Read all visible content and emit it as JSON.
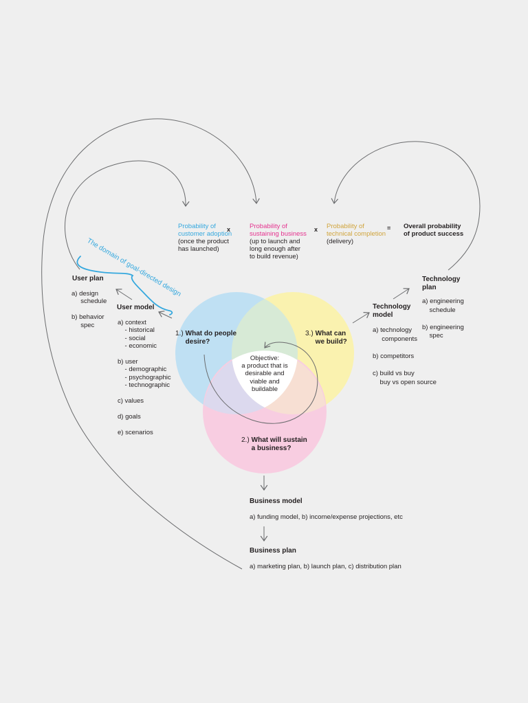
{
  "colors": {
    "bg": "#EFEFEF",
    "ink": "#231F20",
    "arrow": "#6A6B6D",
    "accent_blue": "#35A8DE",
    "magenta": "#E5338F",
    "gold": "#D0A43C",
    "venn_blue": "#BFE0F3",
    "venn_yellow": "#FAF2AF",
    "venn_pink": "#F8CDE1",
    "venn_green": "#D7EAD6",
    "venn_lavender": "#DCD9EE",
    "venn_peach": "#F7DFD3",
    "venn_center": "#FFFFFF"
  },
  "formula": {
    "term1": {
      "title": "Probability of\ncustomer adoption",
      "note": "(once the product\nhas launched)"
    },
    "op1": "x",
    "term2": {
      "title": "Probability of\nsustaining business",
      "note": "(up to launch and\nlong enough after\nto build revenue)"
    },
    "op2": "x",
    "term3": {
      "title": "Probability of\ntechnical completion",
      "note": "(delivery)"
    },
    "equals": "=",
    "result": "Overall probability\nof product success"
  },
  "domain_label": "The domain of goal-directed design",
  "left_column": {
    "user_plan": {
      "title": "User plan",
      "items": "a) design\n     schedule\n\nb) behavior\n     spec"
    },
    "user_model": {
      "title": "User model",
      "items": "a) context\n    - historical\n    - social\n    - economic\n\nb) user\n    - demographic\n    - psychographic\n    - technographic\n\nc) values\n\nd) goals\n\ne) scenarios"
    }
  },
  "right_column": {
    "technology_model": {
      "title": "Technology\nmodel",
      "items": "a) technology\n     components\n\nb) competitors\n\nc) build vs buy\n    buy vs open source"
    },
    "technology_plan": {
      "title": "Technology\nplan",
      "items": "a) engineering\n    schedule\n\nb) engineering\n    spec"
    }
  },
  "venn": {
    "q1": {
      "num": "1.)",
      "text": "What do people\ndesire?"
    },
    "q2": {
      "num": "2.)",
      "text": "What will sustain\na business?"
    },
    "q3": {
      "num": "3.)",
      "text": "What can\nwe build?"
    },
    "objective": "Objective:\na product that is\ndesirable and\nviable and\nbuildable"
  },
  "bottom": {
    "business_model": {
      "title": "Business model",
      "items": "a) funding model, b) income/expense projections, etc"
    },
    "business_plan": {
      "title": "Business plan",
      "items": "a) marketing plan, b) launch plan, c) distribution plan"
    }
  }
}
